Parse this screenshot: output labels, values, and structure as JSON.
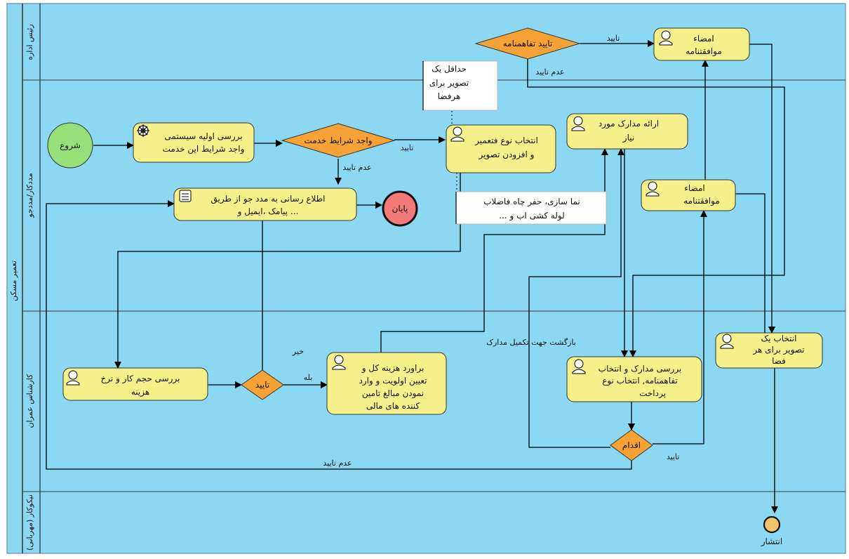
{
  "pool": {
    "label": "تعمیر مسکن"
  },
  "lanes": [
    {
      "id": "lane1",
      "label": "رئیس اداره"
    },
    {
      "id": "lane2",
      "label": "مددکار/مددجو"
    },
    {
      "id": "lane3",
      "label": "کارشناس عمران"
    },
    {
      "id": "lane4",
      "label": "نیکوکار (مهربانی)"
    }
  ],
  "events": {
    "start": "شروع",
    "end": "پایان",
    "publish": "انتشار"
  },
  "tasks": {
    "sign1": [
      "امضاء",
      "موافقتنامه"
    ],
    "initial_review": [
      "بررسی اولیه سیستمی",
      "واجد شرایط این خدمت"
    ],
    "choose_repair": [
      "انتخاب نوع فتعمیر",
      "و افزودن تصویر"
    ],
    "provide_docs": [
      "ارائه مدارک مورد",
      "نیاز"
    ],
    "notify": [
      "اطلاع رسانی به مدد جو از طریق",
      "پیامک ،ایمیل و ..."
    ],
    "sign2": [
      "امضاء",
      "موافقتنامه"
    ],
    "review_volume": [
      "بررسی حجم کار و نرخ",
      "هزینه"
    ],
    "estimate_cost": [
      "براورد هزینه کل و",
      "تعیین اولویت و وارد",
      "نمودن مبالغ تامین",
      "کننده های مالی"
    ],
    "review_docs": [
      "بررسی مدارک و انتخاب",
      "تفاهمنامه, انتخاب نوع",
      "پرداخت"
    ],
    "choose_image": [
      "انتخاب یک",
      "تصویر برای هر",
      "فضا"
    ]
  },
  "gateways": {
    "approve_mou": "تایید تفاهمنامه",
    "eligible": "واجد شرایط خدمت",
    "approve": "تایید",
    "action": "اقدام"
  },
  "annotations": {
    "image_note": [
      "حداقل یک",
      "تصویر برای",
      "هرفضا"
    ],
    "work_note": [
      "نما سازی، حفر چاه فاضلاب",
      "... لوله کشی اب و"
    ]
  },
  "edge_labels": {
    "approve_top": "تایید",
    "not_approve_top": "عدم تایید",
    "approve_eligible": "تایید",
    "not_approve_eligible": "عدم تایید",
    "no": "خیر",
    "yes": "بله",
    "return_docs": "بازگشت جهت تکمیل مدارک",
    "approve_action": "تایید",
    "not_approve_bottom": "عدم تایید"
  },
  "colors": {
    "lane_fill": "#8cd8f2",
    "task_fill": "#f5f08a",
    "gateway_fill": "#f7a234",
    "start_fill": "#96e07a",
    "end_fill": "#f47a7a",
    "publish_fill": "#f3c46a",
    "annotation_fill": "#ffffff"
  }
}
